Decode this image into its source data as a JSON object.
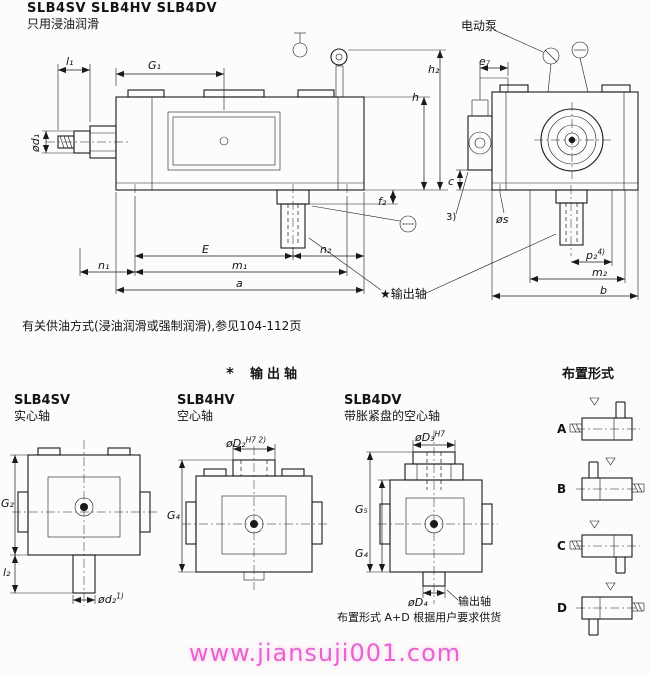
{
  "header": {
    "title": "SLB4SV SLB4HV SLB4DV",
    "subtitle": "只用浸油润滑",
    "pump_label": "电动泵"
  },
  "main_view_dims": {
    "l1": "l₁",
    "G1": "G₁",
    "h2": "h₂",
    "h": "h",
    "od1": "ød₁",
    "f2": "f₂",
    "E": "E",
    "n2": "n₂",
    "n1": "n₁",
    "m1": "m₁",
    "a": "a",
    "output_shaft_star": "★输出轴"
  },
  "side_view_dims": {
    "e7": "e₇",
    "c": "c",
    "note3": "3)",
    "os": "øs",
    "p2_base": "p₂",
    "p2_sup": "4)",
    "m2": "m₂",
    "b": "b"
  },
  "notes": {
    "oil_supply": "有关供油方式(浸油润滑或强制润滑),参见104-112页",
    "arrangement_supply": "布置形式 A+D 根据用户要求供货"
  },
  "section": {
    "star": "*",
    "title": "输出轴"
  },
  "variants": [
    {
      "name": "SLB4SV",
      "desc": "实心轴"
    },
    {
      "name": "SLB4HV",
      "desc": "空心轴"
    },
    {
      "name": "SLB4DV",
      "desc": "带胀紧盘的空心轴"
    }
  ],
  "variant_dims": {
    "G2": "G₂",
    "l2": "l₂",
    "od2_base": "ød₂",
    "od2_sup": "1)",
    "oD2_base": "øD₂",
    "oD2_sup": "H7 2)",
    "G4_hv": "G₄",
    "oD3_base": "øD₃",
    "oD3_sup": "H7",
    "G5": "G₅",
    "G4_dv": "G₄",
    "oD4": "øD₄",
    "output_shaft": "输出轴"
  },
  "arrangements": {
    "header": "布置形式",
    "items": [
      "A",
      "B",
      "C",
      "D"
    ]
  },
  "watermark": "www.jiansuji001.com",
  "colors": {
    "watermark": "#e23dc8",
    "line": "#1a1a1a",
    "paper": "#fcfcfa"
  }
}
